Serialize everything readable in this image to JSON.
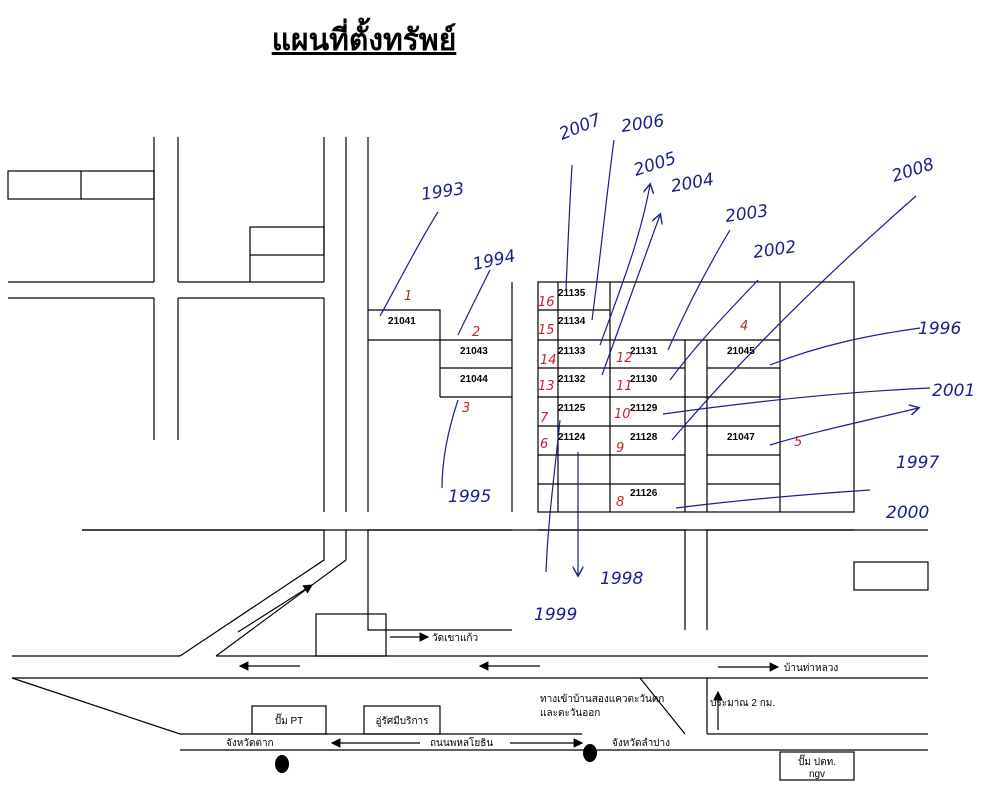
{
  "title": "แผนที่ตั้งทรัพย์",
  "lots": {
    "l21041": "21041",
    "l21043": "21043",
    "l21044": "21044",
    "l21135": "21135",
    "l21134": "21134",
    "l21133": "21133",
    "l21132": "21132",
    "l21125": "21125",
    "l21124": "21124",
    "l21131": "21131",
    "l21130": "21130",
    "l21129": "21129",
    "l21128": "21128",
    "l21126": "21126",
    "l21045": "21045",
    "l21047": "21047"
  },
  "years": {
    "y1993": "1993",
    "y1994": "1994",
    "y1995": "1995",
    "y1996": "1996",
    "y1997": "1997",
    "y1998": "1998",
    "y1999": "1999",
    "y2000": "2000",
    "y2001": "2001",
    "y2002": "2002",
    "y2003": "2003",
    "y2004": "2004",
    "y2005": "2005",
    "y2006": "2006",
    "y2007": "2007",
    "y2008": "2008"
  },
  "markers": {
    "m1": "1",
    "m2": "2",
    "m3": "3",
    "m4": "4",
    "m5": "5",
    "m6": "6",
    "m7": "7",
    "m8": "8",
    "m9": "9",
    "m10": "10",
    "m11": "11",
    "m12": "12",
    "m13": "13",
    "m14": "14",
    "m15": "15",
    "m16": "16"
  },
  "places": {
    "temple": "วัดเขาแก้ว",
    "ban_tha_luang": "บ้านท่าหลวง",
    "distance": "ประมาณ 2 กม.",
    "entrance_line1": "ทางเข้าบ้านสองแควตะวันตก",
    "entrance_line2": "และตะวันออก",
    "pump_pt": "ปั๊ม PT",
    "garage": "อู่รัศมีบริการ",
    "tak": "จังหวัดตาก",
    "road": "ถนนพหลโยธิน",
    "lampang": "จังหวัดลำปาง",
    "ptt_line1": "ปั๊ม ปตท.",
    "ptt_line2": "ngv"
  },
  "colors": {
    "ink": "#000000",
    "pen": "#1a1e8a",
    "marker": "#c42030"
  }
}
